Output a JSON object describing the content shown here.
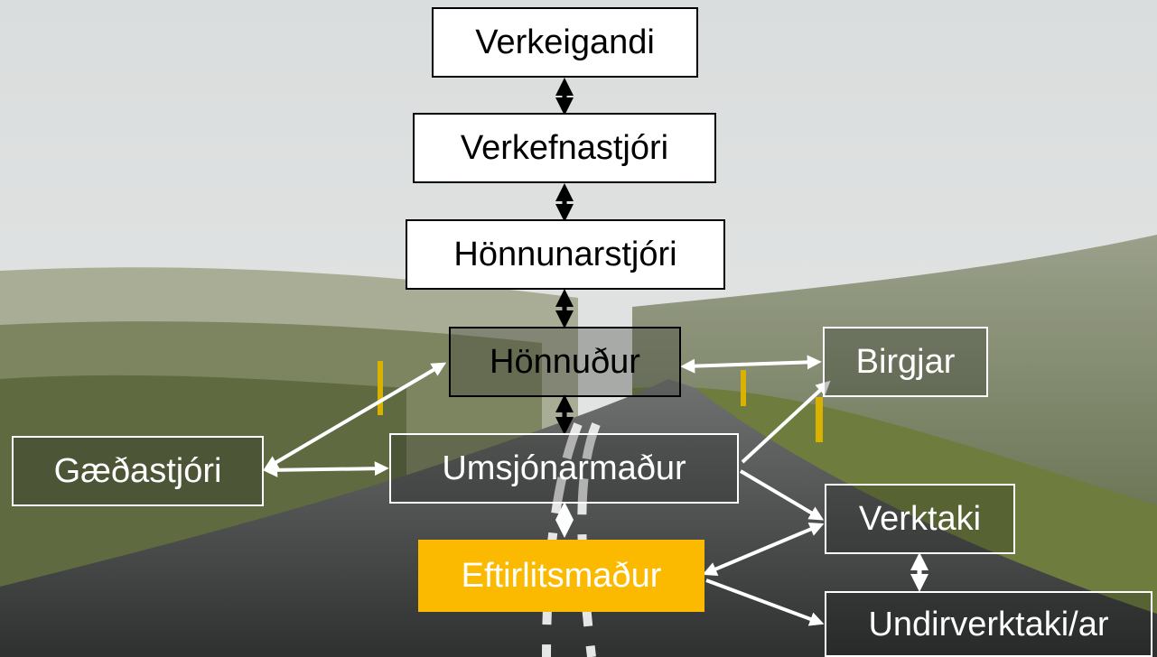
{
  "nodes": {
    "verkeigandi": "Verkeigandi",
    "verkefnastjori": "Verkefnastjóri",
    "honnunarstjori": "Hönnunarstjóri",
    "honnudur": "Hönnuður",
    "birgjar": "Birgjar",
    "gaedastjori": "Gæðastjóri",
    "umsjonarmadur": "Umsjónarmaður",
    "verktaki": "Verktaki",
    "eftirlitsmadur": "Eftirlitsmaður",
    "undirverktaki": "Undirverktaki/ar"
  },
  "colors": {
    "accent": "#fbba00",
    "arrow_dark": "#000000",
    "arrow_light": "#ffffff"
  }
}
